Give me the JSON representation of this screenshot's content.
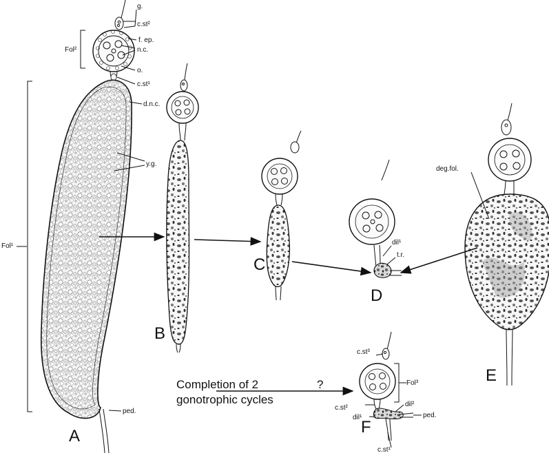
{
  "panels": [
    "A",
    "B",
    "C",
    "D",
    "E",
    "F"
  ],
  "labels": {
    "g": "g.",
    "cst2_top": "c.st²",
    "fol2": "Fol²",
    "fep": "f. ep.",
    "nc": "n.c.",
    "o": "o.",
    "cst1_top": "c.st¹",
    "dnc": "d.n.c.",
    "yg": "y.g.",
    "fol1": "Fol¹",
    "ped_a": "ped.",
    "dil1_d": "dil¹",
    "tr": "t.r.",
    "degfol": "deg.fol.",
    "cst3": "c.st³",
    "fol3": "Fol³",
    "cst2_f": "c.st²",
    "dil2_f": "dil²",
    "dil1_f": "dil¹",
    "ped_f": "ped.",
    "cst1_f": "c.st¹"
  },
  "completion": {
    "line1": "Completion of 2",
    "line2": "gonotrophic cycles",
    "mark": "?"
  }
}
